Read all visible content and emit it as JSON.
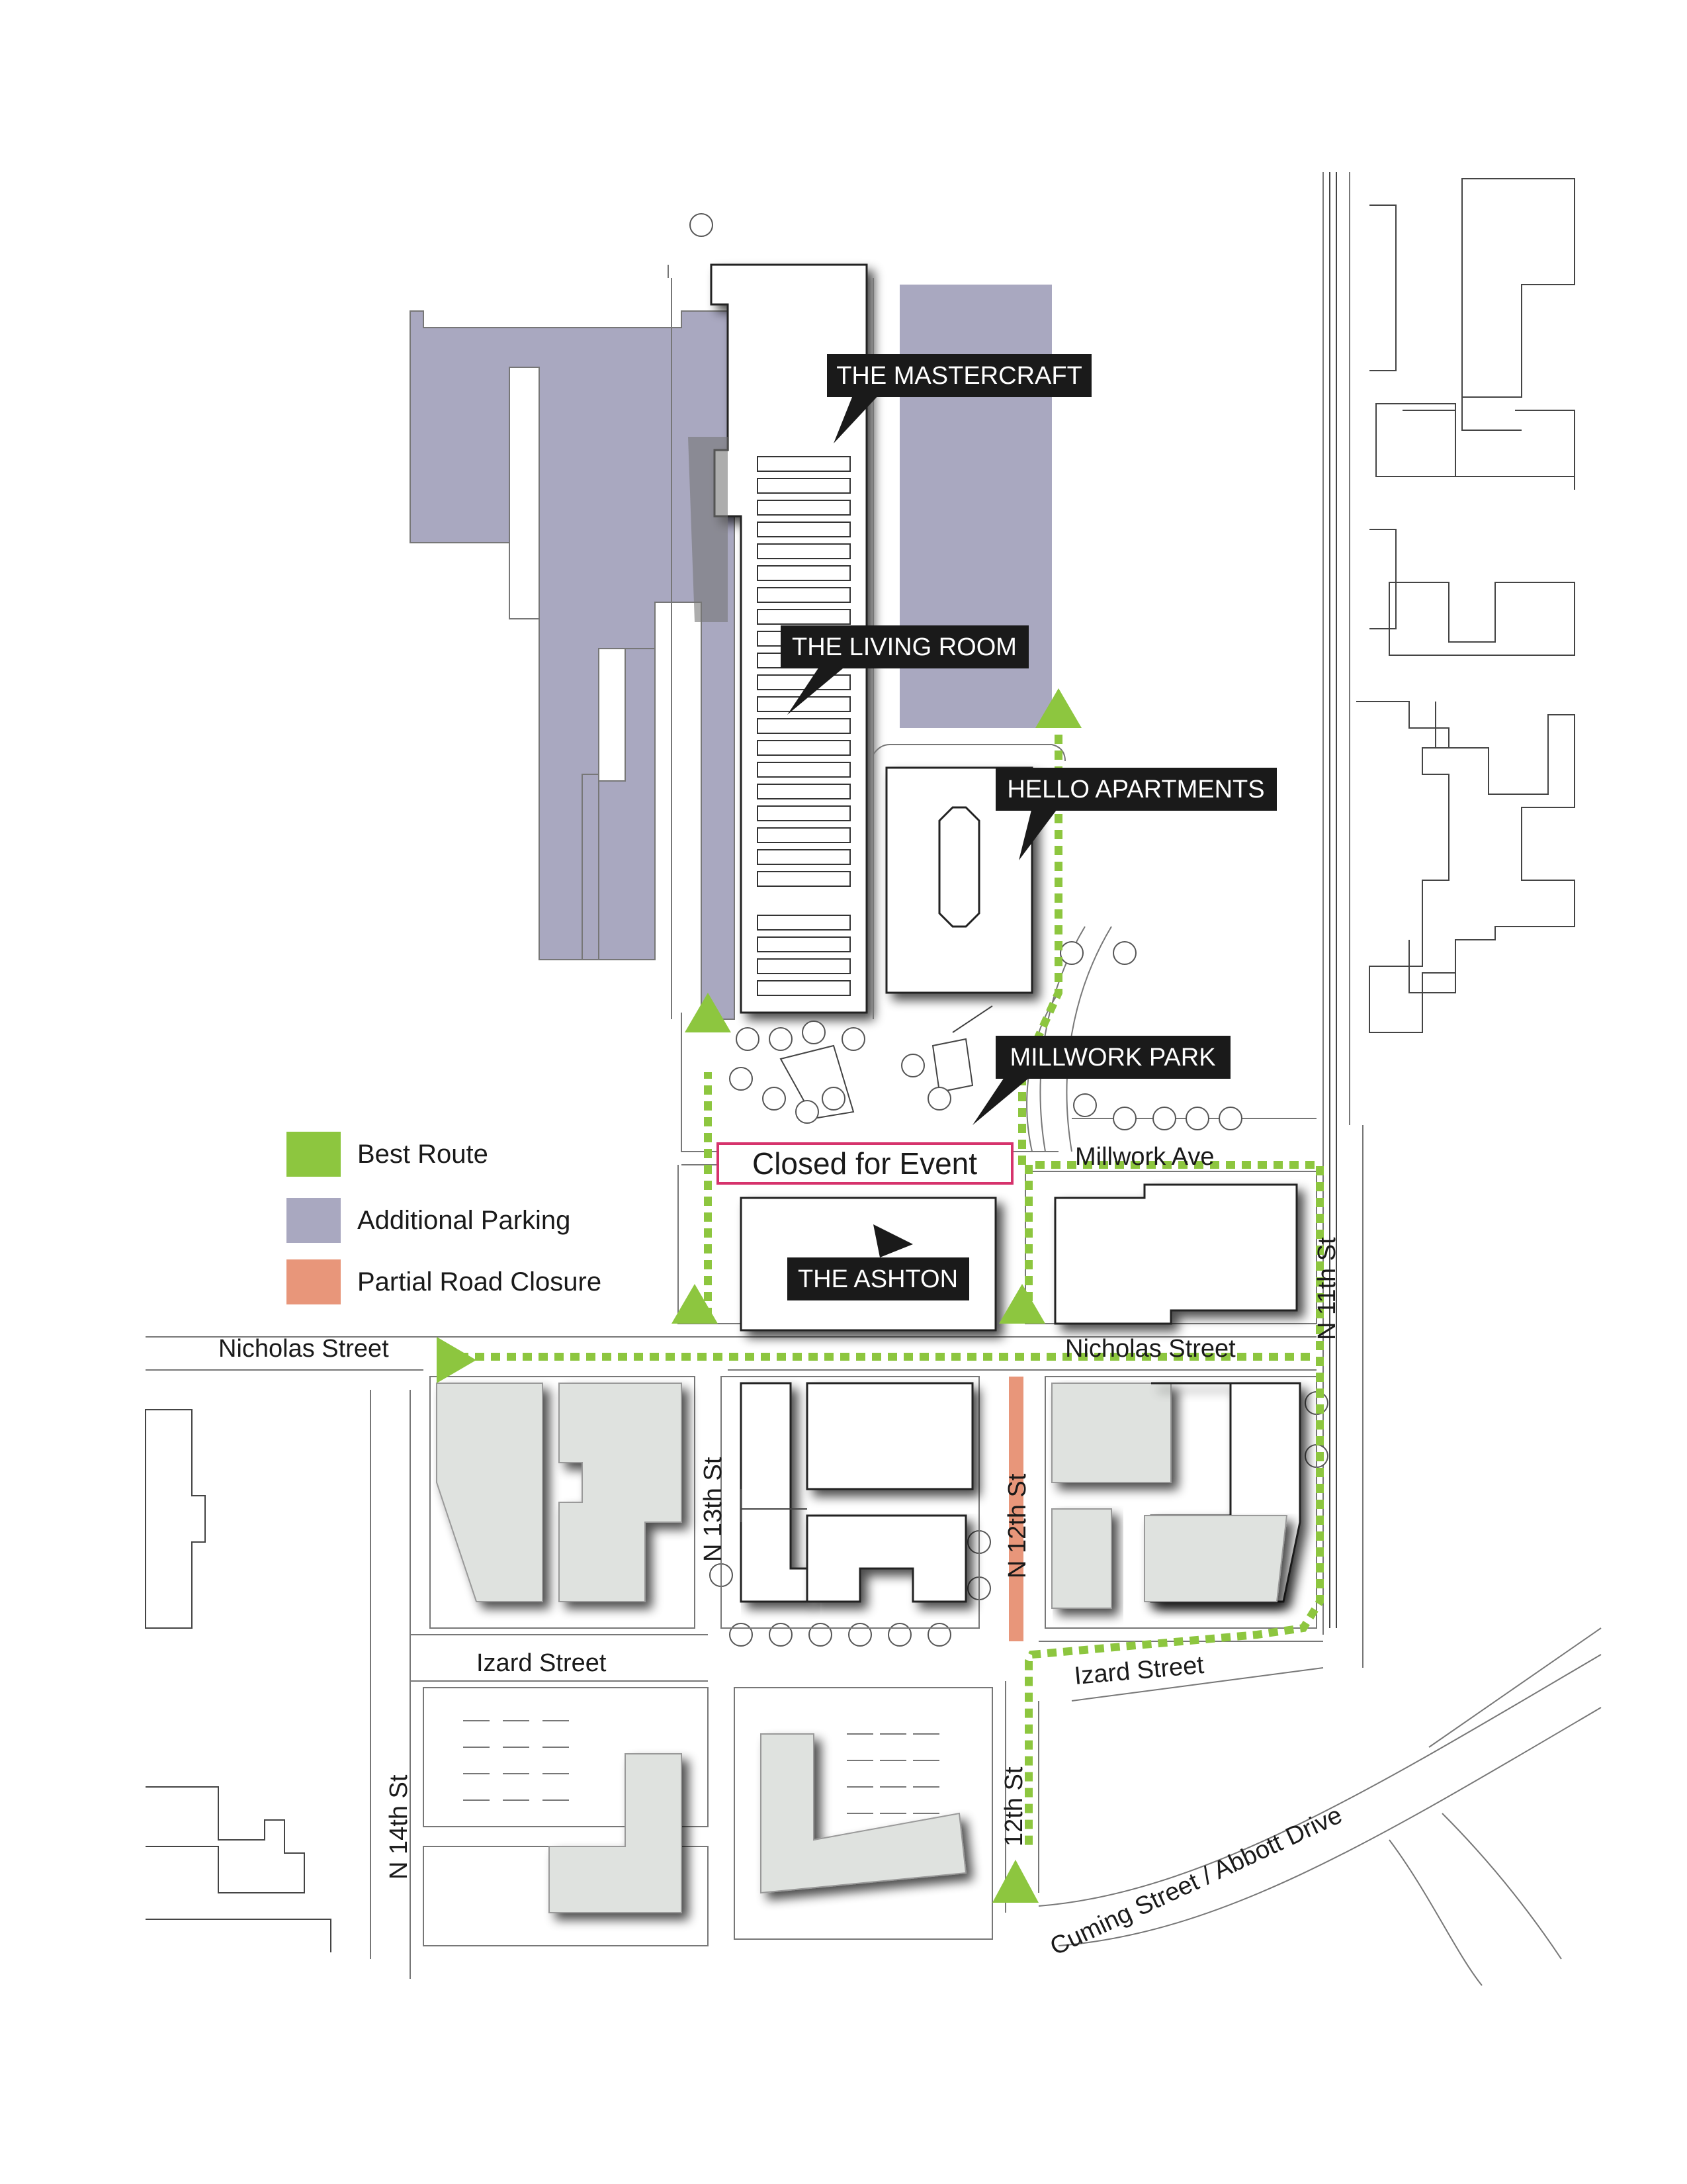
{
  "colors": {
    "best_route": "#8dc63f",
    "additional_parking": "#a9a8c0",
    "partial_road_closure": "#e8967a",
    "closed_outline": "#d6336c",
    "label_bg": "#1a1a1a",
    "building_gray": "#dfe2df"
  },
  "legend": {
    "best_route": "Best Route",
    "additional_parking": "Additional Parking",
    "partial_road_closure": "Partial Road Closure"
  },
  "places": {
    "mastercraft": "THE MASTERCRAFT",
    "living_room": "THE LIVING ROOM",
    "hello_apartments": "HELLO APARTMENTS",
    "millwork_park": "MILLWORK PARK",
    "ashton": "THE ASHTON"
  },
  "closed_for_event": "Closed for Event",
  "streets": {
    "nicholas_west": "Nicholas Street",
    "nicholas_east": "Nicholas Street",
    "millwork_ave": "Millwork Ave",
    "n_11th": "N 11th St",
    "n_12th": "N 12th St",
    "n_13th": "N 13th St",
    "n_14th": "N 14th St",
    "izard_west": "Izard Street",
    "izard_east": "Izard Street",
    "st_12th": "12th St",
    "cuming": "Cuming Street / Abbott Drive"
  }
}
